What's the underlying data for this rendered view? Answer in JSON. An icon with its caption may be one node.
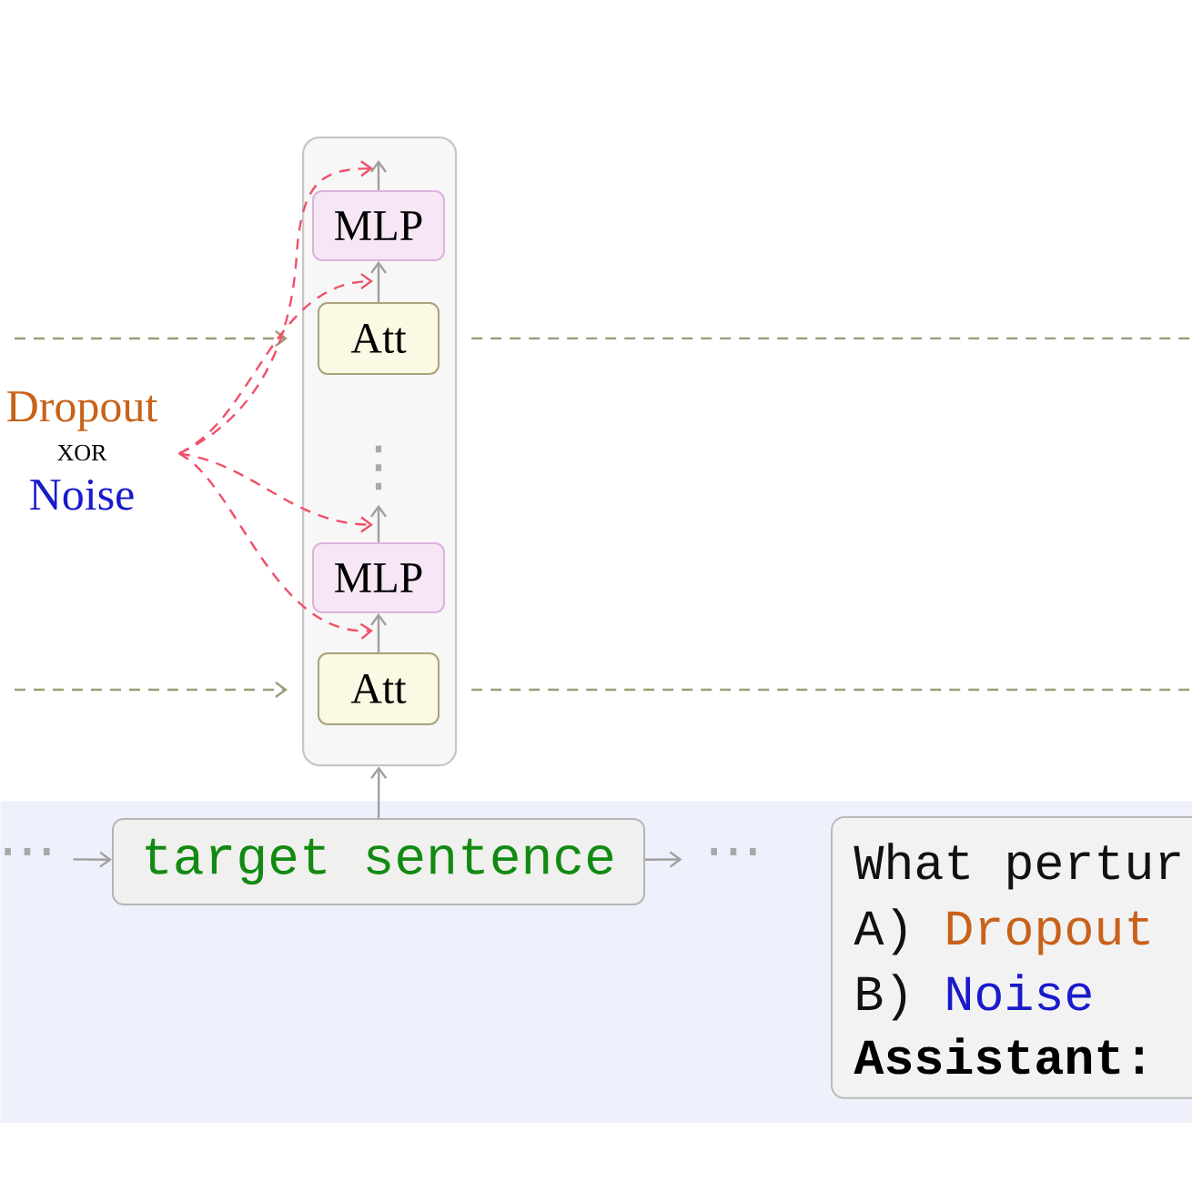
{
  "diagram": {
    "nodes": [
      {
        "text": [],
        "shape": "box"
      },
      {
        "text": [
          "MLP"
        ],
        "in": 0
      },
      {
        "text": [
          "Att"
        ],
        "in": 0
      },
      {
        "text": [
          "⋮"
        ],
        "in": 0
      },
      {
        "text": [
          "MLP"
        ],
        "in": 0
      },
      {
        "text": [
          "Att"
        ],
        "in": 0
      },
      {
        "text": [
          "Dropout",
          "XOR",
          "Noise"
        ]
      },
      {
        "text": [],
        "shape": "band"
      },
      {
        "text": [
          "⋯"
        ],
        "in": 7
      },
      {
        "text": [
          "target sentence"
        ],
        "in": 7
      },
      {
        "text": [
          "⋯"
        ],
        "in": 7
      },
      {
        "text": [
          "What pertur",
          "A)",
          "Dropout",
          "B)",
          "Noise",
          "Assistant:"
        ],
        "in": 7
      }
    ],
    "edges": [
      {
        "from": 2,
        "to": 1,
        "arrow": "to"
      },
      {
        "from": 1,
        "to": null,
        "arrow": "to"
      },
      {
        "from": 5,
        "to": 4,
        "arrow": "to"
      },
      {
        "from": 4,
        "to": 3,
        "arrow": "to"
      },
      {
        "from": 9,
        "to": 0,
        "arrow": "to"
      },
      {
        "from": 8,
        "to": 9,
        "arrow": "to"
      },
      {
        "from": 9,
        "to": 10,
        "arrow": "to"
      },
      {
        "from": null,
        "to": 0,
        "arrow": "to",
        "style": "dashed",
        "color": "#9c9c78"
      },
      {
        "from": 0,
        "to": null,
        "arrow": "none",
        "style": "dashed",
        "color": "#9c9c78"
      },
      {
        "from": null,
        "to": 0,
        "arrow": "to",
        "style": "dashed",
        "color": "#9c9c78"
      },
      {
        "from": 0,
        "to": null,
        "arrow": "none",
        "style": "dashed",
        "color": "#9c9c78"
      },
      {
        "from": 6,
        "to": 1,
        "arrow": "to",
        "style": "dashed",
        "color": "#f0506a"
      },
      {
        "from": 6,
        "to": 2,
        "arrow": "to",
        "style": "dashed",
        "color": "#f0506a"
      },
      {
        "from": 6,
        "to": 3,
        "arrow": "to",
        "style": "dashed",
        "color": "#f0506a"
      },
      {
        "from": 6,
        "to": 5,
        "arrow": "to",
        "style": "dashed",
        "color": "#f0506a"
      }
    ]
  }
}
